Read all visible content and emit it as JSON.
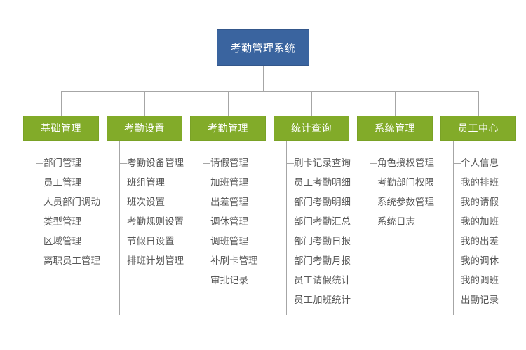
{
  "diagram": {
    "type": "org-chart",
    "root": {
      "label": "考勤管理系统",
      "color": "#3a649f",
      "text_color": "#ffffff"
    },
    "node_color": "#82ab29",
    "connector_color": "#a6a6a6",
    "item_text_color": "#575757",
    "branches": [
      {
        "label": "基础管理",
        "items": [
          "部门管理",
          "员工管理",
          "人员部门调动",
          "类型管理",
          "区域管理",
          "离职员工管理"
        ]
      },
      {
        "label": "考勤设置",
        "items": [
          "考勤设备管理",
          "班组管理",
          "班次设置",
          "考勤规则设置",
          "节假日设置",
          "排班计划管理"
        ]
      },
      {
        "label": "考勤管理",
        "items": [
          "请假管理",
          "加班管理",
          "出差管理",
          "调休管理",
          "调班管理",
          "补刷卡管理",
          "审批记录"
        ]
      },
      {
        "label": "统计查询",
        "items": [
          "刷卡记录查询",
          "员工考勤明细",
          "部门考勤明细",
          "部门考勤汇总",
          "部门考勤日报",
          "部门考勤月报",
          "员工请假统计",
          "员工加班统计"
        ]
      },
      {
        "label": "系统管理",
        "items": [
          "角色授权管理",
          "考勤部门权限",
          "系统参数管理",
          "系统日志"
        ]
      },
      {
        "label": "员工中心",
        "items": [
          "个人信息",
          "我的排班",
          "我的请假",
          "我的加班",
          "我的出差",
          "我的调休",
          "我的调班",
          "出勤记录"
        ]
      }
    ]
  }
}
